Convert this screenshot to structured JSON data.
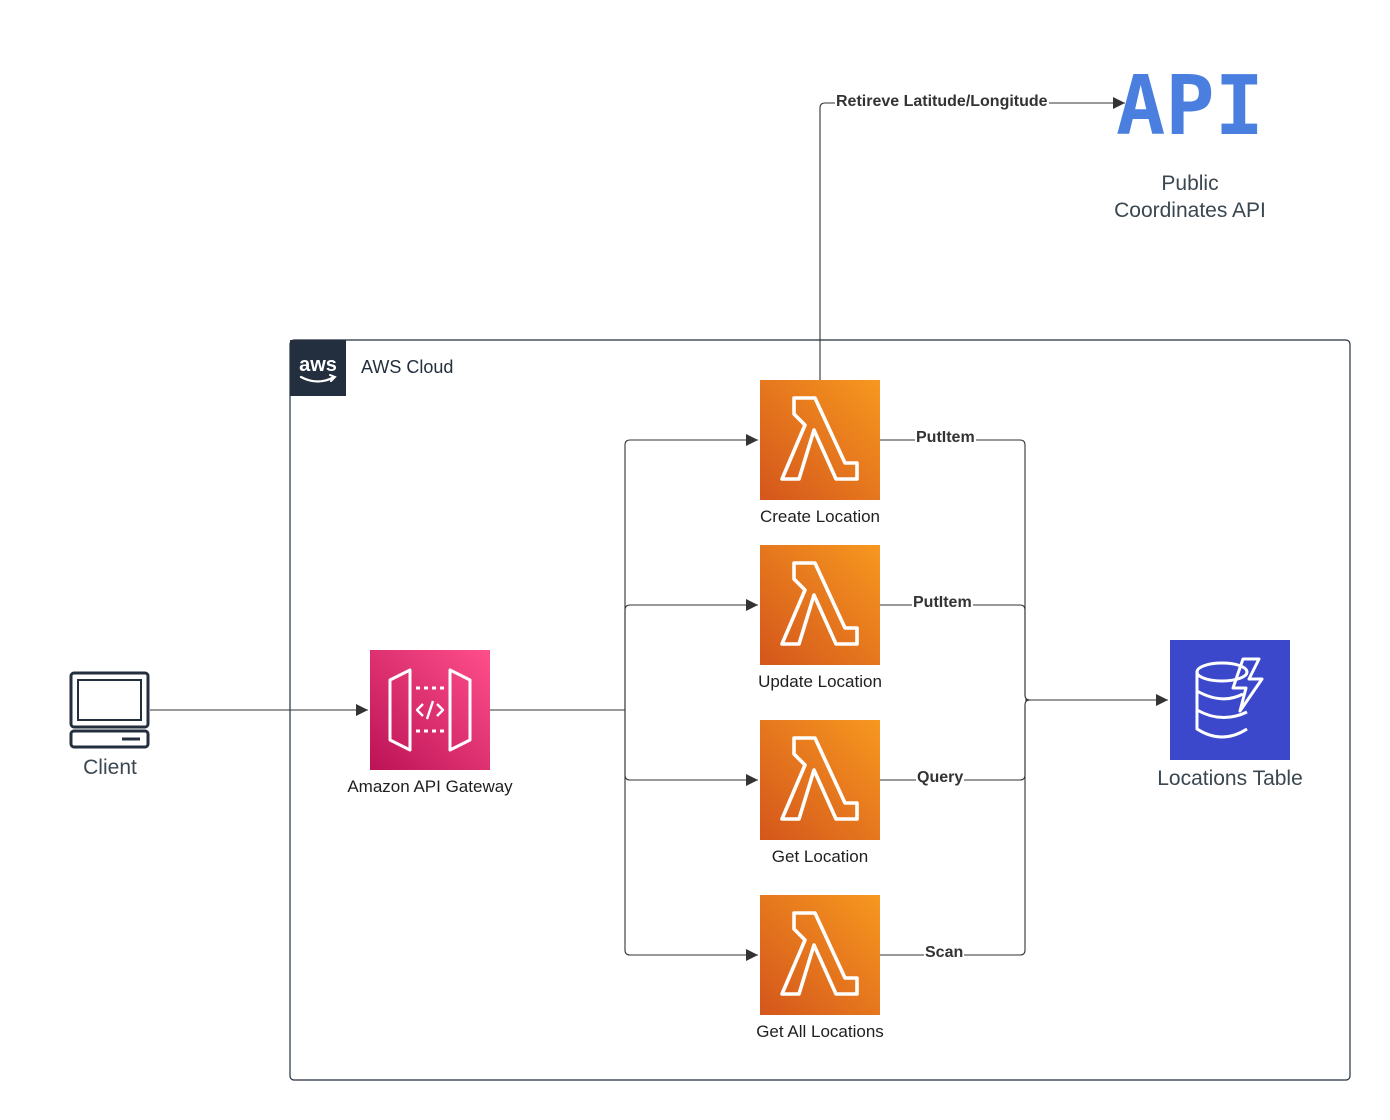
{
  "diagram": {
    "cloud": {
      "label": "AWS Cloud",
      "logo_text": "aws"
    },
    "client": {
      "label": "Client"
    },
    "gateway": {
      "label": "Amazon API Gateway"
    },
    "lambdas": [
      {
        "label": "Create Location"
      },
      {
        "label": "Update Location"
      },
      {
        "label": "Get Location"
      },
      {
        "label": "Get All Locations"
      }
    ],
    "table": {
      "label": "Locations Table"
    },
    "public_api": {
      "label": "Public Coordinates API",
      "logo_text": "API"
    },
    "edges": {
      "retrieve": "Retireve Latitude/Longitude",
      "ops": [
        "PutItem",
        "PutItem",
        "Query",
        "Scan"
      ]
    },
    "colors": {
      "lambda_top": "#f7981f",
      "lambda_bottom": "#d4561c",
      "gateway_top": "#ff4f8b",
      "gateway_bottom": "#bc1356",
      "dynamodb": "#3b48cc",
      "aws_badge": "#232f3e",
      "api_blue": "#4a7fe0",
      "line": "#333333"
    }
  }
}
